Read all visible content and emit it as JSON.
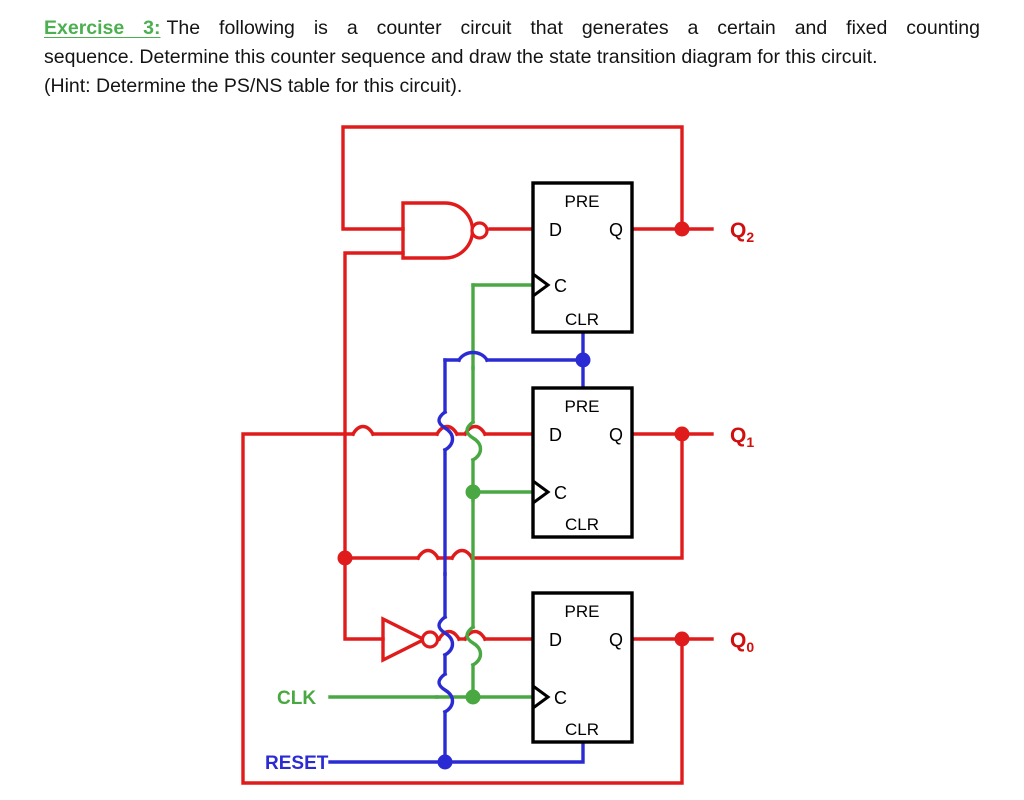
{
  "question": {
    "exercise_label": "Exercise 3:",
    "line1": "The following is a counter circuit that generates a certain and fixed counting",
    "line2": "sequence. Determine this counter sequence and draw the state transition diagram for this circuit.",
    "line3": "(Hint: Determine the PS/NS table for this circuit)."
  },
  "colors": {
    "data_red": "#e01b1b",
    "clock_green": "#49a842",
    "reset_blue": "#2b2bd4",
    "box_black": "#000000",
    "exercise_green": "#4caf50",
    "text_black": "#141414"
  },
  "circuit": {
    "type": "3-bit synchronous counter with D flip-flops",
    "flipflops": [
      {
        "id": "ff2",
        "output_name": "Q2",
        "pins": {
          "pre": "PRE",
          "d": "D",
          "q": "Q",
          "clk": "C",
          "clr": "CLR"
        }
      },
      {
        "id": "ff1",
        "output_name": "Q1",
        "pins": {
          "pre": "PRE",
          "d": "D",
          "q": "Q",
          "clk": "C",
          "clr": "CLR"
        }
      },
      {
        "id": "ff0",
        "output_name": "Q0",
        "pins": {
          "pre": "PRE",
          "d": "D",
          "q": "Q",
          "clk": "C",
          "clr": "CLR"
        }
      }
    ],
    "gates": [
      {
        "id": "nand1",
        "type": "NAND",
        "inputs": 2,
        "drives": "D of Q2 flip-flop"
      },
      {
        "id": "not1",
        "type": "NOT",
        "inputs": 1,
        "drives": "D of Q0 flip-flop"
      }
    ],
    "inputs": [
      {
        "name": "CLK",
        "label": "CLK",
        "color": "#49a842"
      },
      {
        "name": "RESET",
        "label": "RESET",
        "color": "#2b2bd4"
      }
    ],
    "outputs": [
      {
        "name": "Q2",
        "base": "Q",
        "sub": "2"
      },
      {
        "name": "Q1",
        "base": "Q",
        "sub": "1"
      },
      {
        "name": "Q0",
        "base": "Q",
        "sub": "0"
      }
    ]
  },
  "pin_text": {
    "pre": "PRE",
    "clr": "CLR",
    "d": "D",
    "q": "Q",
    "c": "C"
  }
}
